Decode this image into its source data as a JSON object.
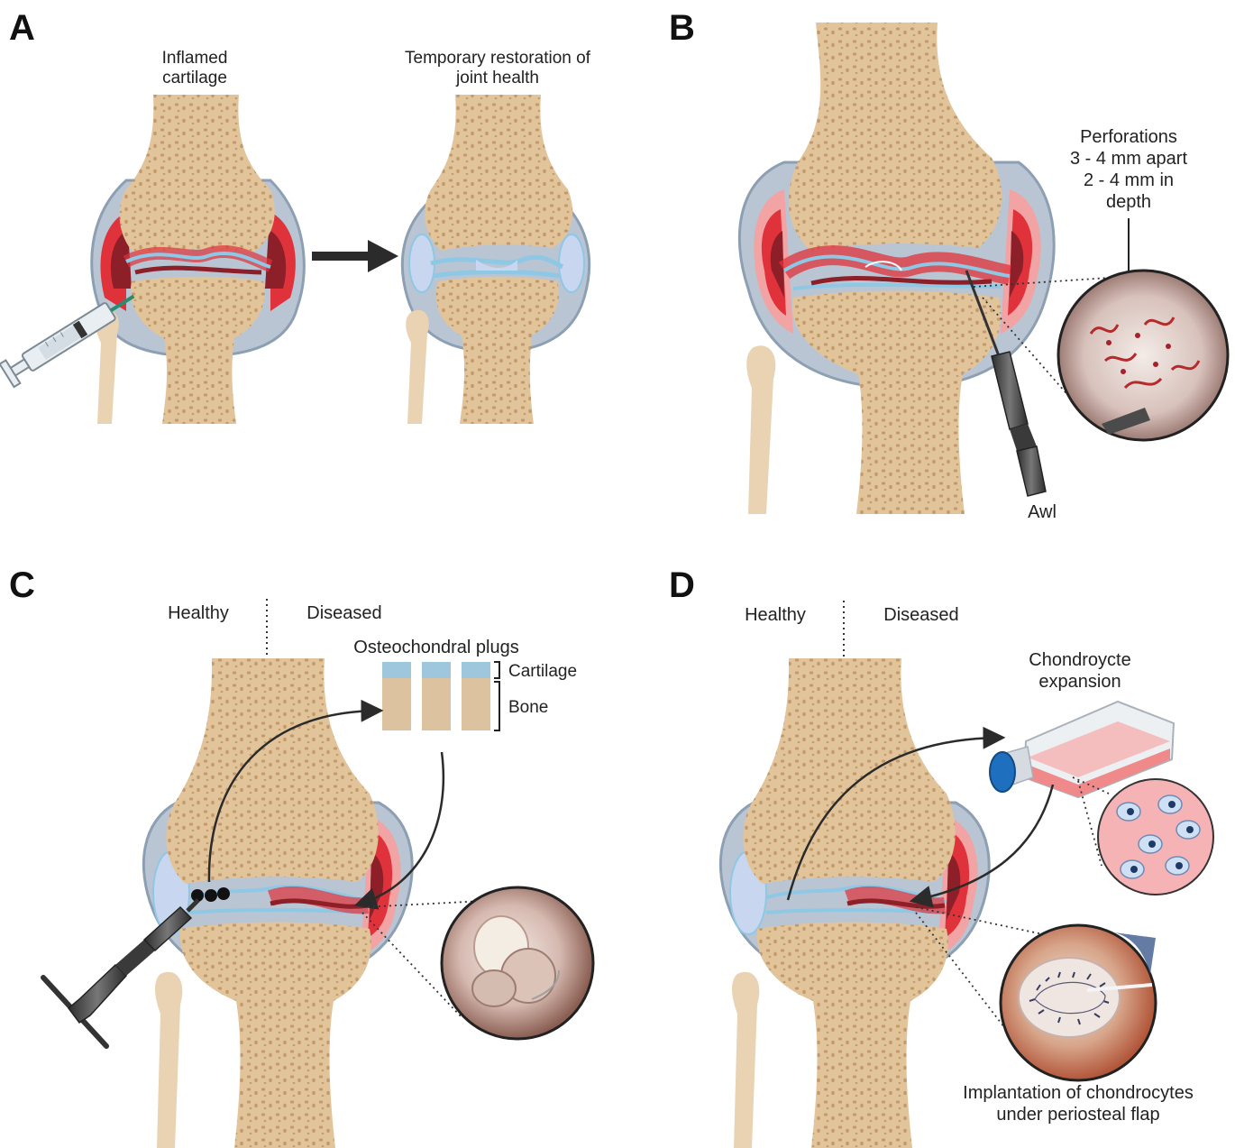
{
  "panels": {
    "a": {
      "letter": "A",
      "left_caption": [
        "Inflamed",
        "cartilage"
      ],
      "right_caption": [
        "Temporary restoration of",
        "joint health"
      ]
    },
    "b": {
      "letter": "B",
      "perforations": [
        "Perforations",
        "3 - 4 mm apart",
        "2 - 4 mm in",
        "depth"
      ],
      "tool_label": "Awl"
    },
    "c": {
      "letter": "C",
      "healthy": "Healthy",
      "diseased": "Diseased",
      "plugs_title": "Osteochondral plugs",
      "cartilage_label": "Cartilage",
      "bone_label": "Bone"
    },
    "d": {
      "letter": "D",
      "healthy": "Healthy",
      "diseased": "Diseased",
      "expansion": [
        "Chondroycte",
        "expansion"
      ],
      "implantation": [
        "Implantation of chondrocytes",
        "under periosteal flap"
      ]
    }
  },
  "colors": {
    "bone": "#e2c49b",
    "bone_pores": "#c49a6c",
    "capsule": "#b9c5d3",
    "capsule_edge": "#8d9fb3",
    "inflamed": "#e0323a",
    "inflamed_dark": "#8c1f27",
    "inflamed_light": "#f2a3a3",
    "cartilage": "#8ec8e4",
    "meniscus": "#c8d6f0",
    "tool_dark": "#4a4a4a",
    "arrow": "#2b2b2b",
    "flask_cap": "#1f6fbf",
    "medium": "#f08a8a"
  }
}
